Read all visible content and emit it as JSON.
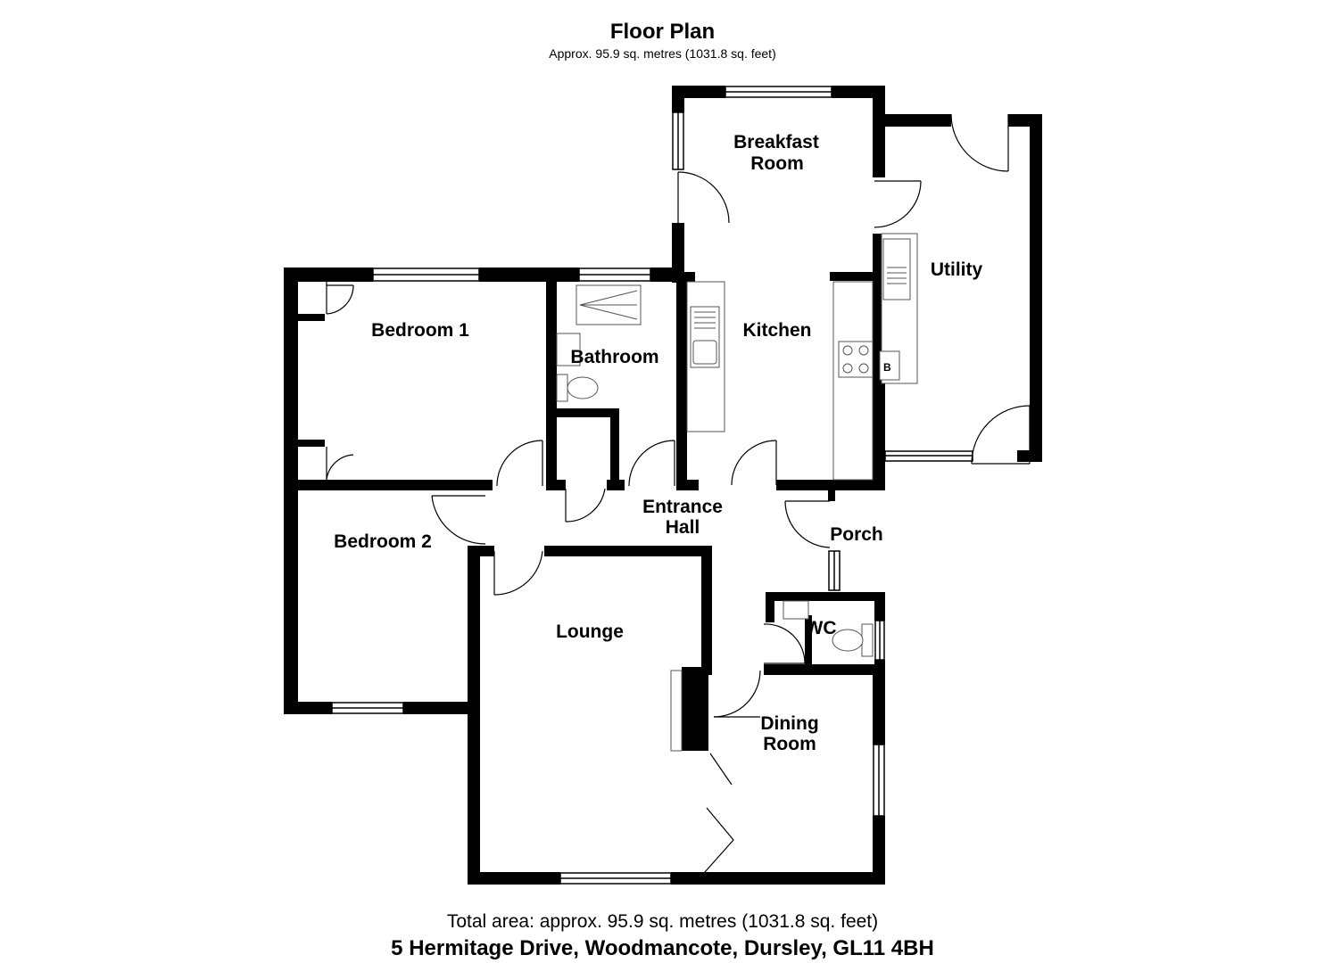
{
  "header": {
    "title": "Floor Plan",
    "subtitle": "Approx. 95.9 sq. metres (1031.8 sq. feet)"
  },
  "footer": {
    "total_area": "Total area: approx. 95.9 sq. metres (1031.8 sq. feet)",
    "address": "5 Hermitage Drive, Woodmancote, Dursley, GL11 4BH"
  },
  "rooms": {
    "breakfast_room": [
      "Breakfast",
      "Room"
    ],
    "utility": "Utility",
    "bedroom_1": "Bedroom 1",
    "kitchen": "Kitchen",
    "bathroom": "Bathroom",
    "entrance_hall": [
      "Entrance",
      "Hall"
    ],
    "porch": "Porch",
    "bedroom_2": "Bedroom 2",
    "wc": "WC",
    "lounge": "Lounge",
    "dining_room": [
      "Dining",
      "Room"
    ]
  },
  "fixtures": {
    "boiler_label": "B"
  },
  "colors": {
    "wall": "#000000",
    "background": "#ffffff",
    "fixture_line": "#555555"
  }
}
